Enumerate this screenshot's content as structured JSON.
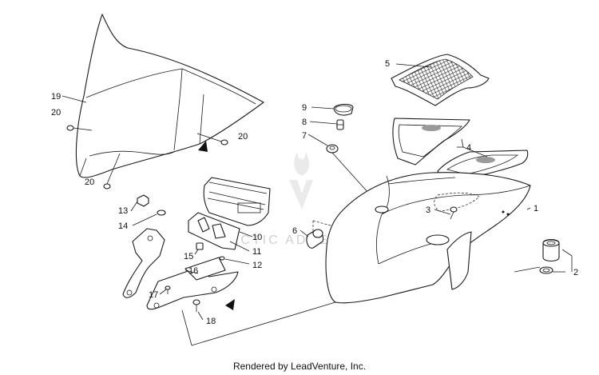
{
  "footer_text": "Rendered by LeadVenture, Inc.",
  "watermark_text": "ARCTIC ADVENTURE",
  "callouts": {
    "c1": "1",
    "c2": "2",
    "c3": "3",
    "c4": "4",
    "c5": "5",
    "c6": "6",
    "c7": "7",
    "c8": "8",
    "c9": "9",
    "c10": "10",
    "c11": "11",
    "c12": "12",
    "c13": "13",
    "c14": "14",
    "c15": "15",
    "c16": "16",
    "c17": "17",
    "c18": "18",
    "c19": "19",
    "c20a": "20",
    "c20b": "20",
    "c20c": "20"
  },
  "colors": {
    "line": "#1a1a1a",
    "background": "#ffffff",
    "watermark": "#d8d8d8"
  }
}
